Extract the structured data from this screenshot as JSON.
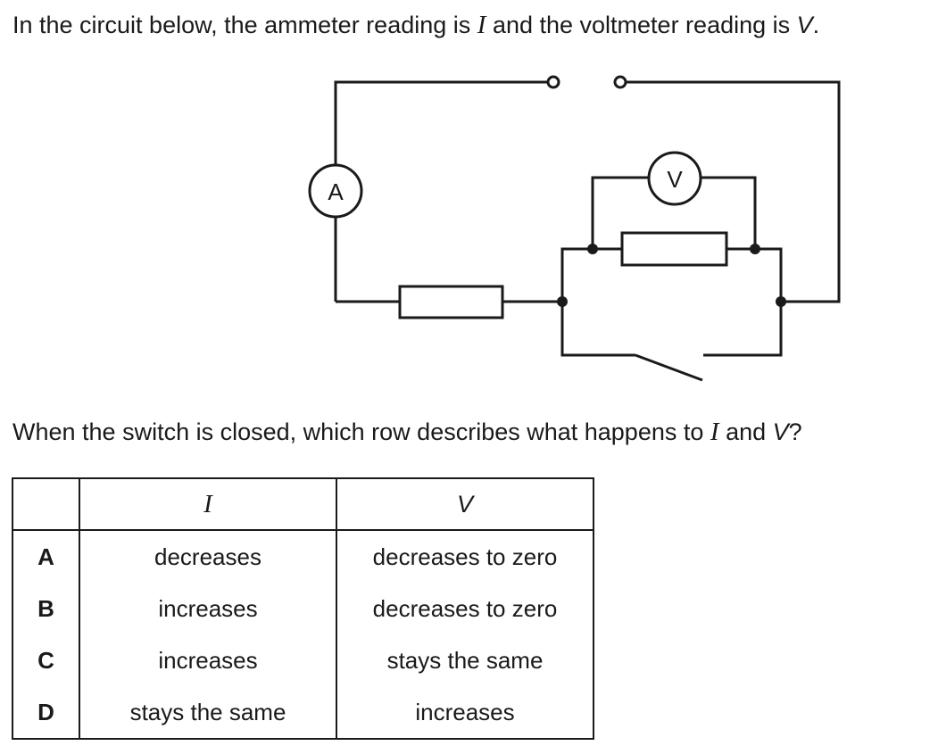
{
  "question": {
    "intro_prefix": "In the circuit below, the ammeter reading is ",
    "intro_current_symbol": "I",
    "intro_middle": " and the voltmeter reading is ",
    "intro_voltage_symbol": "V",
    "intro_suffix": ".",
    "ask_prefix": "When the switch is closed, which row describes what happens to ",
    "ask_current_symbol": "I",
    "ask_middle": " and ",
    "ask_voltage_symbol": "V",
    "ask_suffix": "?"
  },
  "circuit": {
    "ammeter_label": "A",
    "voltmeter_label": "V"
  },
  "table": {
    "headers": [
      "",
      "I",
      "V"
    ],
    "rows": [
      {
        "letter": "A",
        "current": "decreases",
        "voltage": "decreases to zero"
      },
      {
        "letter": "B",
        "current": "increases",
        "voltage": "decreases to zero"
      },
      {
        "letter": "C",
        "current": "increases",
        "voltage": "stays the same"
      },
      {
        "letter": "D",
        "current": "stays the same",
        "voltage": "increases"
      }
    ]
  }
}
